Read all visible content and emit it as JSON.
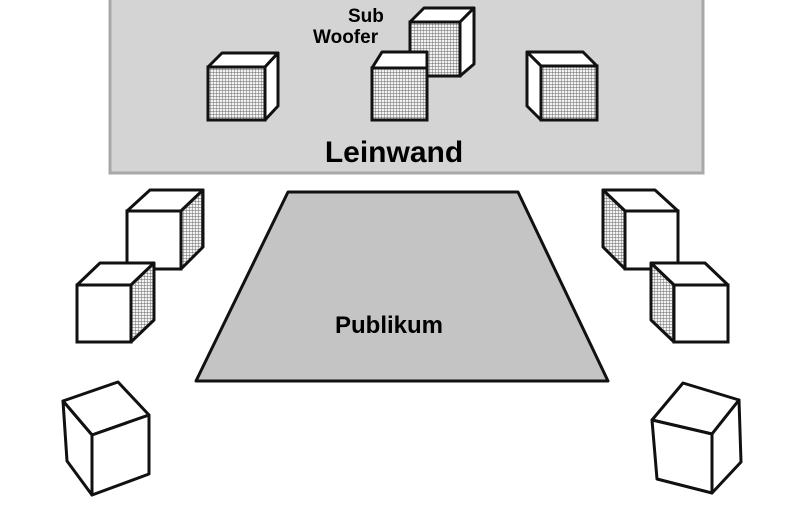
{
  "labels": {
    "subwoofer_line1": "Sub",
    "subwoofer_line2": "Woofer",
    "screen": "Leinwand",
    "audience": "Publikum"
  },
  "colors": {
    "screen_fill": "#d4d4d4",
    "audience_fill": "#c4c4c4",
    "outline": "#111111",
    "speaker_mesh": "#7a7a7a",
    "background": "#ffffff"
  }
}
